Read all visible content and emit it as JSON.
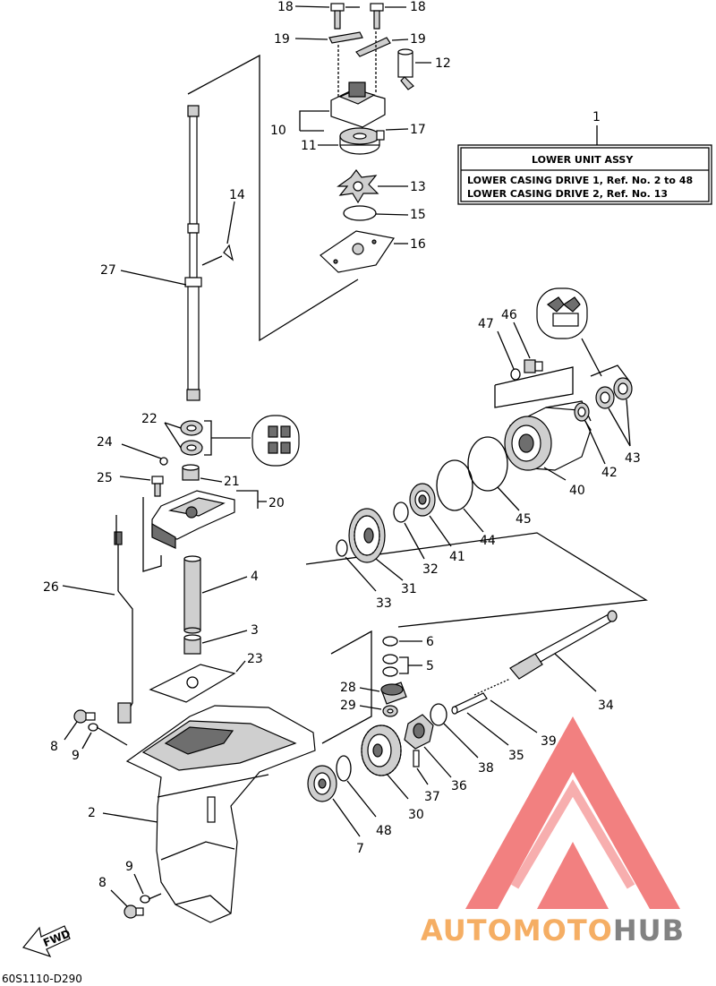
{
  "assembly_box": {
    "ref": "1",
    "title": "LOWER UNIT ASSY",
    "line1": "LOWER CASING DRIVE 1,  Ref. No. 2 to 48",
    "line2": "LOWER CASING DRIVE 2,  Ref. No. 13"
  },
  "diagram_code": "60S1110-D290",
  "fwd_label": "FWD",
  "watermark": {
    "part1": "AUTO",
    "part2": "MOTO",
    "part3": "HUB"
  },
  "colors": {
    "watermark_red": "#f06a6a",
    "watermark_orange": "#f4a04a",
    "watermark_gray": "#6d6d6d"
  },
  "callouts": {
    "c18a": "18",
    "c18b": "18",
    "c19a": "19",
    "c19b": "19",
    "c12": "12",
    "c10": "10",
    "c11": "11",
    "c17": "17",
    "c13": "13",
    "c15": "15",
    "c16": "16",
    "c14": "14",
    "c27": "27",
    "c47": "47",
    "c46": "46",
    "c22": "22",
    "c24": "24",
    "c21": "21",
    "c25": "25",
    "c20": "20",
    "c43": "43",
    "c42": "42",
    "c40": "40",
    "c45": "45",
    "c44": "44",
    "c41": "41",
    "c32": "32",
    "c31": "31",
    "c33": "33",
    "c26": "26",
    "c4": "4",
    "c3": "3",
    "c23": "23",
    "c6": "6",
    "c5": "5",
    "c34": "34",
    "c28": "28",
    "c29": "29",
    "c35": "35",
    "c39": "39",
    "c38": "38",
    "c36": "36",
    "c37": "37",
    "c8a": "8",
    "c9a": "9",
    "c30": "30",
    "c2": "2",
    "c48": "48",
    "c7": "7",
    "c8b": "8",
    "c9b": "9"
  }
}
